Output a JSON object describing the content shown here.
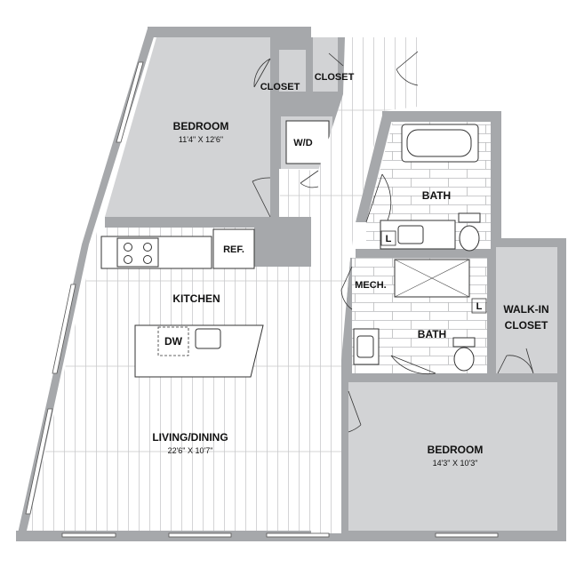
{
  "rooms": {
    "bedroom1": {
      "name": "BEDROOM",
      "dims": "11'4\" X 12'6\""
    },
    "closet1": {
      "name": "CLOSET"
    },
    "closet2": {
      "name": "CLOSET"
    },
    "washer_dryer": {
      "name": "W/D"
    },
    "bath1": {
      "name": "BATH"
    },
    "bath1_linen": {
      "name": "L"
    },
    "refrigerator": {
      "name": "REF."
    },
    "kitchen": {
      "name": "KITCHEN"
    },
    "dishwasher": {
      "name": "DW"
    },
    "mech": {
      "name": "MECH."
    },
    "bath2": {
      "name": "BATH"
    },
    "bath2_linen": {
      "name": "L"
    },
    "walkin_closet": {
      "line1": "WALK-IN",
      "line2": "CLOSET"
    },
    "living_dining": {
      "name": "LIVING/DINING",
      "dims": "22'6\" X 10'7\""
    },
    "bedroom2": {
      "name": "BEDROOM",
      "dims": "14'3\" X 10'3\""
    }
  },
  "colors": {
    "wall": "#a6a8ab",
    "room_fill": "#d2d3d5",
    "floor_line": "#c9cacc",
    "tile_line": "#b9babc",
    "text": "#111111"
  }
}
